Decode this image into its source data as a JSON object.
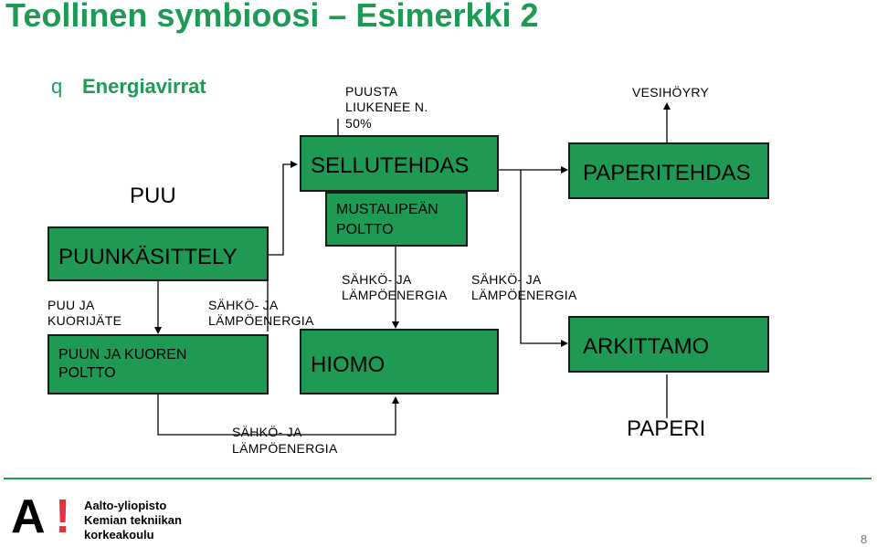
{
  "title": "Teollinen symbioosi – Esimerkki 2",
  "bullet": {
    "marker": "q",
    "text": "Energiavirrat"
  },
  "labels": {
    "puusta_l1": "PUUSTA",
    "puusta_l2": "LIUKENEE N.",
    "puusta_l3": "50%",
    "vesihoyry": "VESIHÖYRY",
    "puu": "PUU",
    "puu_ja_l1": "PUU JA",
    "puu_ja_l2": "KUORIJÄTE",
    "sahko1_l1": "SÄHKÖ- JA",
    "sahko1_l2": "LÄMPÖENERGIA",
    "sahko2_l1": "SÄHKÖ- JA",
    "sahko2_l2": "LÄMPÖENERGIA",
    "sahko3_l1": "SÄHKÖ- JA",
    "sahko3_l2": "LÄMPÖENERGIA",
    "sahko4_l1": "SÄHKÖ- JA",
    "sahko4_l2": "LÄMPÖENERGIA",
    "paperi": "PAPERI"
  },
  "boxes": {
    "puunkasittely": "PUUNKÄSITTELY",
    "puun_kuoren_l1": "PUUN JA KUOREN",
    "puun_kuoren_l2": "POLTTO",
    "sellutehdas": "SELLUTEHDAS",
    "mustalipean_l1": "MUSTALIPEÄN",
    "mustalipean_l2": "POLTTO",
    "hiomo": "HIOMO",
    "paperitehdas": "PAPERITEHDAS",
    "arkittamo": "ARKITTAMO"
  },
  "footer": {
    "logo_mark": "A",
    "logo_exclaim": "!",
    "logo_line1": "Aalto-yliopisto",
    "logo_line2": "Kemian tekniikan",
    "logo_line3": "korkeakoulu",
    "page_number": "8"
  },
  "colors": {
    "box_fill": "#1e9a55",
    "title": "#1e9a55",
    "logo_exclaim": "#e5323b"
  }
}
